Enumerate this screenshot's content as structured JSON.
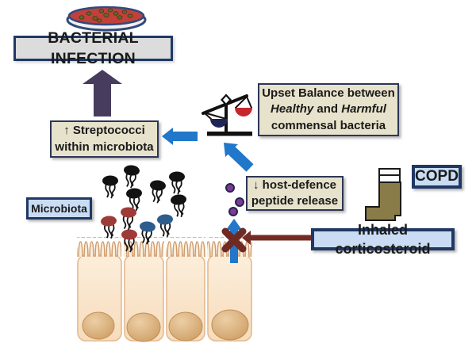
{
  "diagram": {
    "bacterial_infection": "BACTERIAL INFECTION",
    "streptococci": {
      "line1": "↑ Streptococci",
      "line2": "within microbiota"
    },
    "upset_balance": {
      "line1": "Upset Balance between",
      "healthy": "Healthy",
      "and": "and",
      "harmful": "Harmful",
      "line3": "commensal bacteria"
    },
    "host_defence": {
      "line1": "↓ host-defence",
      "line2": "peptide release"
    },
    "microbiota_label": "Microbiota",
    "copd": "COPD",
    "inhaled_corticosteroid": "Inhaled corticosteroid"
  },
  "icons": {
    "petri_dish": "petri-dish-icon",
    "balance_scale": "balance-scale-icon",
    "inhaler": "inhaler-icon",
    "bacteria": "bacterium-icons",
    "peptides": "peptide-dots",
    "epithelium": "epithelial-cells"
  },
  "figure_counts": {
    "black_bacteria": 6,
    "red_bacteria": 3,
    "blue_bacteria": 2,
    "peptide_dots": 3,
    "epithelial_cells": 4
  },
  "colors": {
    "navy_border": "#1f3864",
    "gray_box": "#dcdcdc",
    "beige_box": "#e7e2cb",
    "light_blue_box": "#c9dcf3",
    "blue_arrow": "#2177c9",
    "purple_arrow": "#473b5e",
    "maroon_arrow": "#752b25",
    "peptide_purple": "#7b3b94",
    "black_bacterium": "#121212",
    "red_bacterium": "#9e3a38",
    "blue_bacterium": "#2d5d8d",
    "petri_red": "#c0403c",
    "inhaler_khaki": "#8a7c49",
    "scale_left_pan": "#1f2556",
    "scale_right_pan": "#c5272d",
    "cell_fill": "#fbe8d2",
    "nucleus_fill": "#d3a26b"
  }
}
